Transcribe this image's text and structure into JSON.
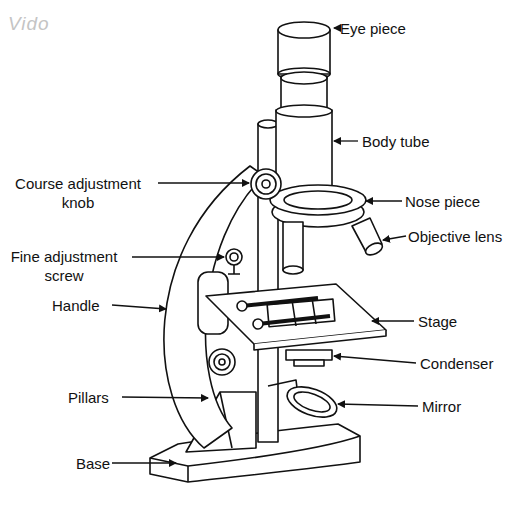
{
  "diagram": {
    "labels": [
      "Vido",
      "Eye piece",
      "Body tube",
      "Course adjustment knob",
      "Nose piece",
      "Objective lens",
      "Fine adjustment screw",
      "Handle",
      "Stage",
      "Condenser",
      "Pillars",
      "Mirror",
      "Base"
    ]
  }
}
